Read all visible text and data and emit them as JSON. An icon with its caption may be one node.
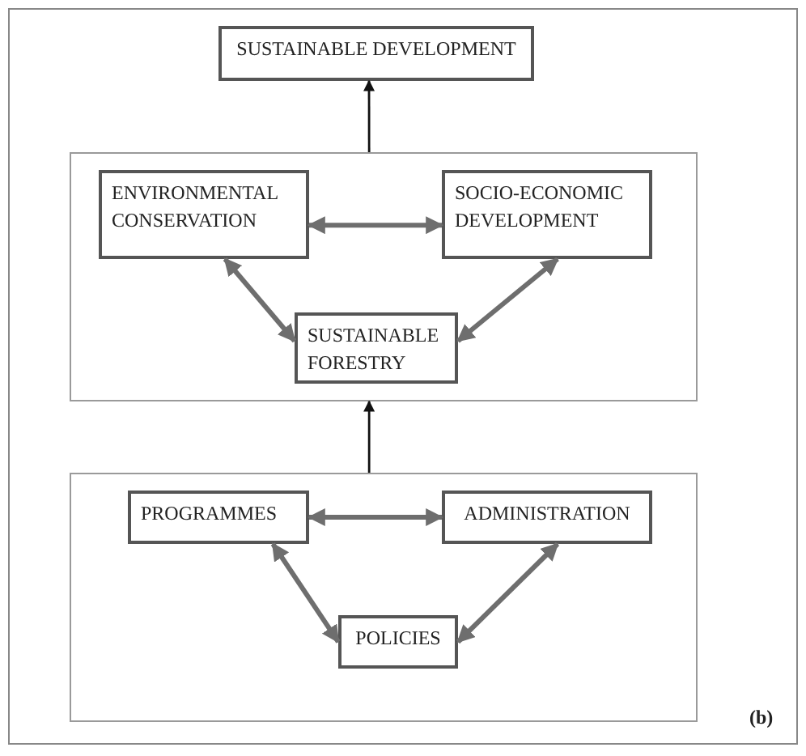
{
  "diagram": {
    "nodes": [
      {
        "text": [
          "SUSTAINABLE DEVELOPMENT"
        ]
      },
      {
        "text": [],
        "shape": "box"
      },
      {
        "text": [
          "ENVIRONMENTAL CONSERVATION"
        ],
        "in": 1
      },
      {
        "text": [
          "SOCIO-ECONOMIC DEVELOPMENT"
        ],
        "in": 1
      },
      {
        "text": [
          "SUSTAINABLE FORESTRY"
        ],
        "in": 1
      },
      {
        "text": [],
        "shape": "box"
      },
      {
        "text": [
          "PROGRAMMES"
        ],
        "in": 5
      },
      {
        "text": [
          "ADMINISTRATION"
        ],
        "in": 5
      },
      {
        "text": [
          "POLICIES"
        ],
        "in": 5
      }
    ],
    "edges": [
      {
        "from": 1,
        "to": 0,
        "arrow": "to",
        "color": "#111111"
      },
      {
        "from": 5,
        "to": 1,
        "arrow": "to",
        "color": "#111111"
      },
      {
        "from": 2,
        "to": 3,
        "arrow": "both"
      },
      {
        "from": 2,
        "to": 4,
        "arrow": "both"
      },
      {
        "from": 3,
        "to": 4,
        "arrow": "both"
      },
      {
        "from": 6,
        "to": 7,
        "arrow": "both"
      },
      {
        "from": 6,
        "to": 8,
        "arrow": "both"
      },
      {
        "from": 7,
        "to": 8,
        "arrow": "both"
      }
    ],
    "labels": [
      "(b)"
    ]
  }
}
